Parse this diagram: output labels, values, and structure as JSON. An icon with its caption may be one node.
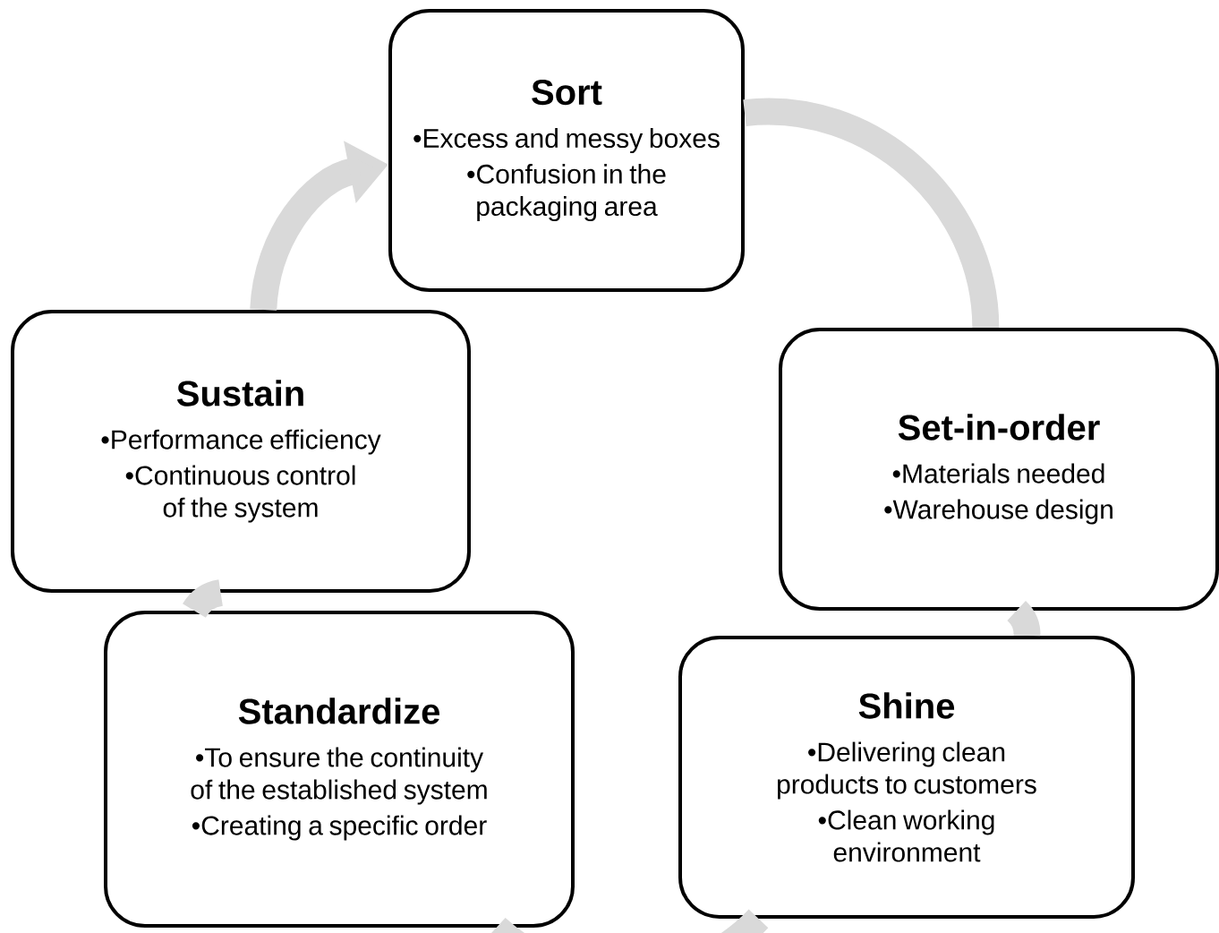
{
  "diagram": {
    "nodes": [
      {
        "text": [
          "Sort",
          "•Excess and messy boxes",
          "•Confusion in the packaging area"
        ]
      },
      {
        "text": [
          "Set-in-order",
          "•Materials needed",
          "•Warehouse design"
        ]
      },
      {
        "text": [
          "Shine",
          "•Delivering clean products to customers",
          "•Clean working environment"
        ]
      },
      {
        "text": [
          "Standardize",
          "•To ensure the continuity of the established system",
          "•Creating a specific order"
        ]
      },
      {
        "text": [
          "Sustain",
          "•Performance efficiency",
          "•Continuous control of the system"
        ]
      }
    ],
    "edges": [
      {
        "from": 0,
        "to": 1,
        "arrow": "none"
      },
      {
        "from": 1,
        "to": 2,
        "arrow": "none"
      },
      {
        "from": 2,
        "to": 3,
        "arrow": "none"
      },
      {
        "from": 3,
        "to": 4,
        "arrow": "none"
      },
      {
        "from": 4,
        "to": 0,
        "arrow": "to"
      }
    ]
  }
}
